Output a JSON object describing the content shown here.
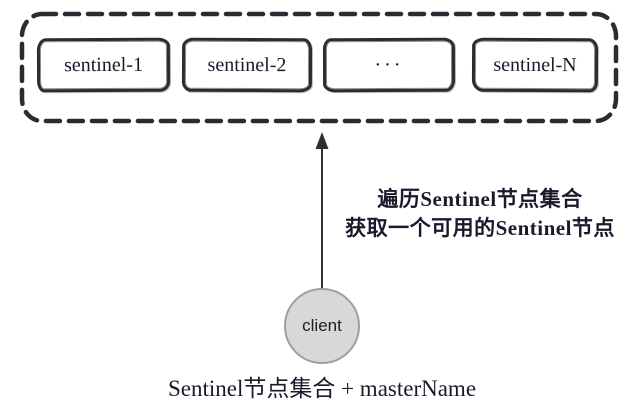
{
  "cluster": {
    "nodes": [
      {
        "label": "sentinel-1"
      },
      {
        "label": "sentinel-2"
      },
      {
        "label": "···"
      },
      {
        "label": "sentinel-N"
      }
    ]
  },
  "annotation": {
    "line1": "遍历Sentinel节点集合",
    "line2": "获取一个可用的Sentinel节点"
  },
  "client": {
    "label": "client"
  },
  "caption": {
    "text": "Sentinel节点集合 + masterName"
  },
  "colors": {
    "stroke": "#2b2b33",
    "text": "#1a1a2c",
    "arrow": "#2f2f2f",
    "client_fill": "#d8d8d8",
    "client_stroke": "#9aa0a6"
  }
}
